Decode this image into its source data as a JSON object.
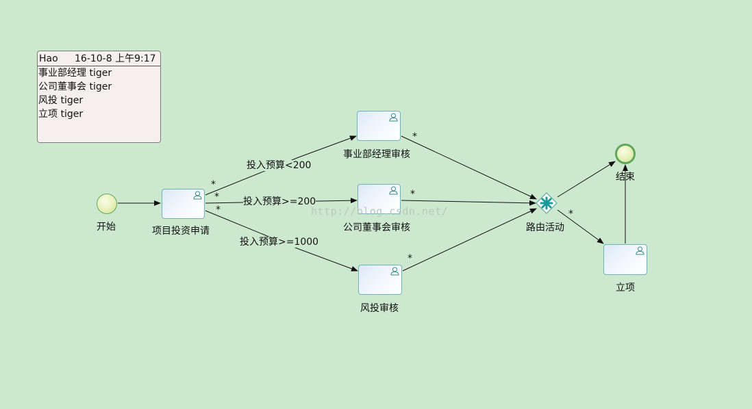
{
  "note": {
    "user": "Hao",
    "timestamp": "16-10-8 上午9:17",
    "lines": [
      "事业部经理 tiger",
      "公司董事会 tiger",
      "风投 tiger",
      "立项 tiger"
    ]
  },
  "nodes": {
    "start": "开始",
    "apply": "项目投资申请",
    "dept_review": "事业部经理审核",
    "board_review": "公司董事会审核",
    "vc_review": "风投审核",
    "router": "路由活动",
    "end": "结束",
    "project": "立项"
  },
  "edges": {
    "lt200": "投入预算<200",
    "ge200": "投入预算>=200",
    "ge1000": "投入预算>=1000",
    "star": "*"
  },
  "watermark": "http://blog.csdn.net/",
  "colors": {
    "background": "#cce8cf",
    "task_border": "#6fb2b8",
    "event_border": "#5fa85a",
    "gateway_fill": "#1a9a96"
  },
  "icons": {
    "task": "user-task-icon",
    "gateway": "complex-gateway-icon"
  }
}
